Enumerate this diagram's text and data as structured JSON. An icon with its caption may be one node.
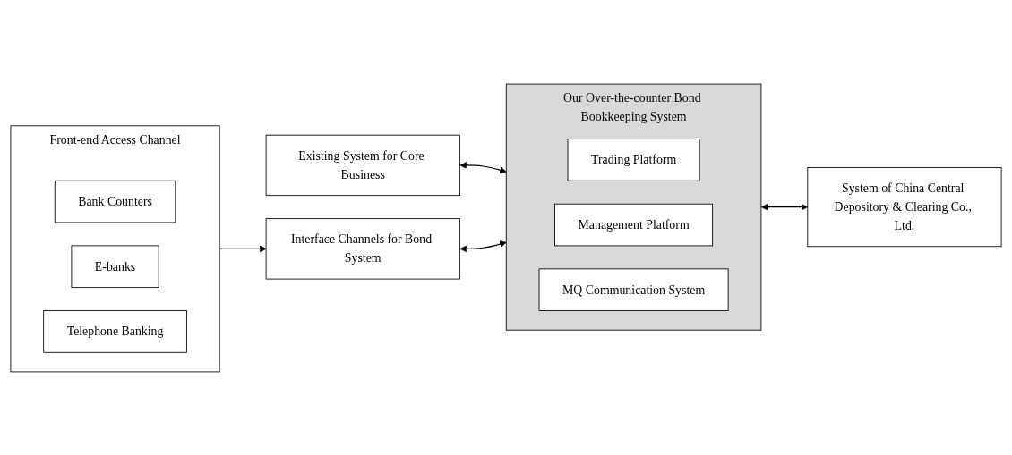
{
  "diagram": {
    "nodes": [
      {
        "text": [
          "Existing System for Core Business"
        ]
      },
      {
        "text": [
          "Our Over-the-counter Bond Bookkeeping System"
        ]
      },
      {
        "text": [
          "Trading Platform"
        ],
        "in": 1
      },
      {
        "text": [
          "Management Platform"
        ],
        "in": 1
      },
      {
        "text": [
          "MQ Communication System"
        ],
        "in": 1
      },
      {
        "text": [
          "Front-end Access Channel"
        ]
      },
      {
        "text": [
          "Bank Counters"
        ],
        "in": 5
      },
      {
        "text": [
          "E-banks"
        ],
        "in": 5
      },
      {
        "text": [
          "Telephone Banking"
        ],
        "in": 5
      },
      {
        "text": [
          "Interface Channels for Bond System"
        ]
      },
      {
        "text": [
          "System of China Central Depository & Clearing Co., Ltd."
        ]
      }
    ],
    "edges": [
      {
        "from": 0,
        "to": 1,
        "arrow": "both"
      },
      {
        "from": 5,
        "to": 9,
        "arrow": "to"
      },
      {
        "from": 9,
        "to": 1,
        "arrow": "both"
      },
      {
        "from": 1,
        "to": 10,
        "arrow": "both"
      }
    ]
  }
}
